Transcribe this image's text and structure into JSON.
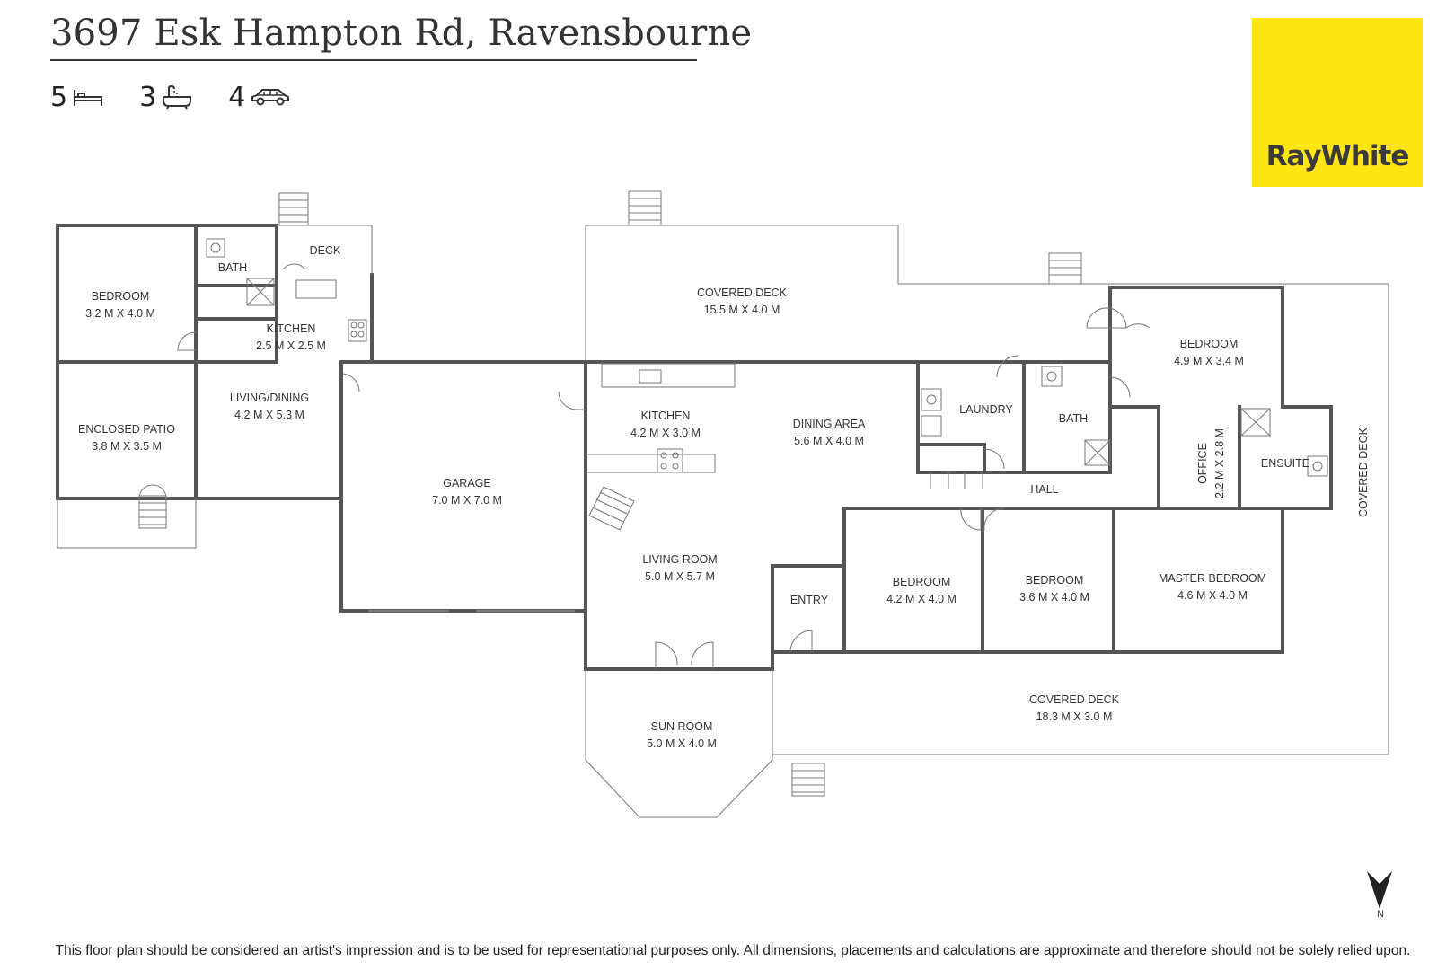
{
  "header": {
    "address": "3697 Esk Hampton Rd, Ravensbourne",
    "bedrooms": "5",
    "bathrooms": "3",
    "car_spaces": "4"
  },
  "brand": {
    "logo_text": "RayWhite",
    "logo_color": "#ffe512"
  },
  "rooms": {
    "bedroom_w_name": "BEDROOM",
    "bedroom_w_size": "3.2 M X 4.0 M",
    "bath_w_name": "BATH",
    "deck_w_name": "DECK",
    "kitchen_w_name": "KITCHEN",
    "kitchen_w_size": "2.5 M X 2.5 M",
    "living_dining_name": "LIVING/DINING",
    "living_dining_size": "4.2 M X 5.3 M",
    "patio_name": "ENCLOSED PATIO",
    "patio_size": "3.8 M X 3.5 M",
    "garage_name": "GARAGE",
    "garage_size": "7.0 M X 7.0 M",
    "covered_deck_n_name": "COVERED DECK",
    "covered_deck_n_size": "15.5 M X 4.0 M",
    "kitchen_name": "KITCHEN",
    "kitchen_size": "4.2 M X 3.0 M",
    "dining_name": "DINING AREA",
    "dining_size": "5.6 M X 4.0 M",
    "laundry_name": "LAUNDRY",
    "bath_name": "BATH",
    "bedroom_ne_name": "BEDROOM",
    "bedroom_ne_size": "4.9 M X 3.4 M",
    "office_name": "OFFICE",
    "office_size": "2.2 M X 2.8 M",
    "ensuite_name": "ENSUITE",
    "covered_deck_e_name": "COVERED DECK",
    "hall_name": "HALL",
    "living_room_name": "LIVING ROOM",
    "living_room_size": "5.0 M X 5.7 M",
    "entry_name": "ENTRY",
    "bedroom_a_name": "BEDROOM",
    "bedroom_a_size": "4.2 M X 4.0 M",
    "bedroom_b_name": "BEDROOM",
    "bedroom_b_size": "3.6 M X 4.0 M",
    "master_name": "MASTER BEDROOM",
    "master_size": "4.6 M X 4.0 M",
    "covered_deck_s_name": "COVERED DECK",
    "covered_deck_s_size": "18.3 M X 3.0 M",
    "sun_room_name": "SUN ROOM",
    "sun_room_size": "5.0 M X 4.0 M"
  },
  "compass": {
    "label": "N"
  },
  "footer": {
    "disclaimer": "This floor plan should be considered an artist's impression and is to be used for representational purposes only. All dimensions, placements and calculations are approximate and therefore should not be solely relied upon."
  },
  "icons": [
    "bed-icon",
    "bath-icon",
    "car-icon",
    "north-arrow-icon"
  ]
}
